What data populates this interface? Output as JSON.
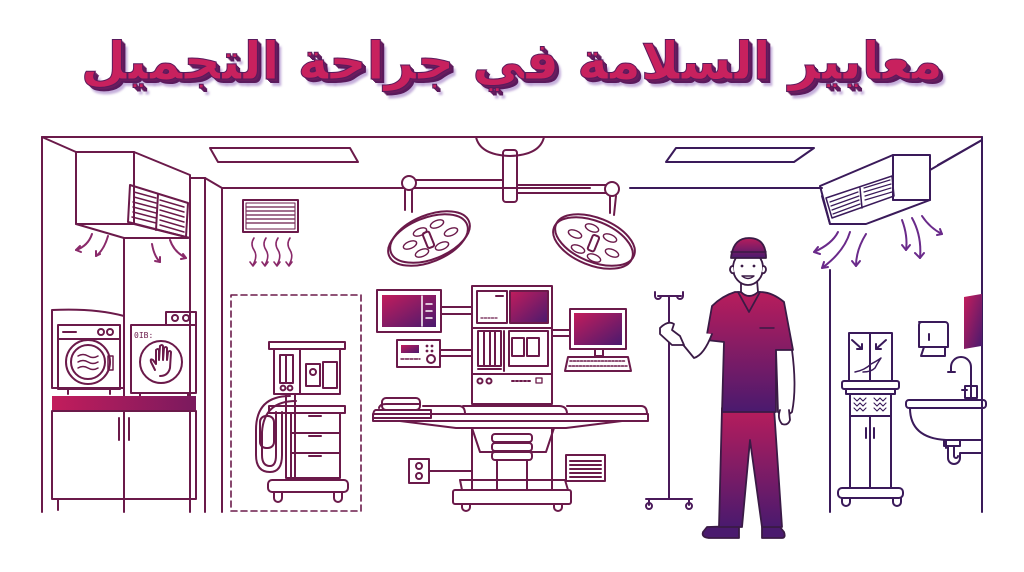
{
  "title": "معايير السلامة في جراحة التجميل",
  "colors": {
    "title_fill": "#c8215e",
    "title_shadow": "#5a1a5c",
    "title_glow": "#9a78c4",
    "line_maroon": "#6b1a4a",
    "line_purple": "#3a1a5a",
    "gradient_start": "#c21d5c",
    "gradient_end": "#4a1a6e",
    "background": "#ffffff"
  },
  "scene": {
    "label": "operating-room-illustration",
    "zones": [
      {
        "name": "laundry-area",
        "items": [
          "ceiling-air-vent-unit",
          "washing-machine",
          "sterilizer-washer",
          "cabinet"
        ]
      },
      {
        "name": "anesthesia-zone",
        "items": [
          "wall-air-vent",
          "anesthesia-machine",
          "dashed-clean-zone"
        ]
      },
      {
        "name": "surgical-core",
        "items": [
          "ceiling-panel-lights",
          "dual-surgical-lamps",
          "patient-monitor",
          "control-panel",
          "central-equipment-tower",
          "computer-monitor-keyboard",
          "operating-table",
          "wall-outlet",
          "wall-grille"
        ]
      },
      {
        "name": "staff",
        "items": [
          "iv-pole",
          "surgeon-in-scrubs"
        ]
      },
      {
        "name": "scrub-area",
        "items": [
          "ceiling-air-conditioner",
          "uv-sterilization-cabinet",
          "paper-towel-dispenser",
          "sink-with-faucet",
          "wall-panel"
        ]
      }
    ],
    "washer_label": "0IB:"
  }
}
